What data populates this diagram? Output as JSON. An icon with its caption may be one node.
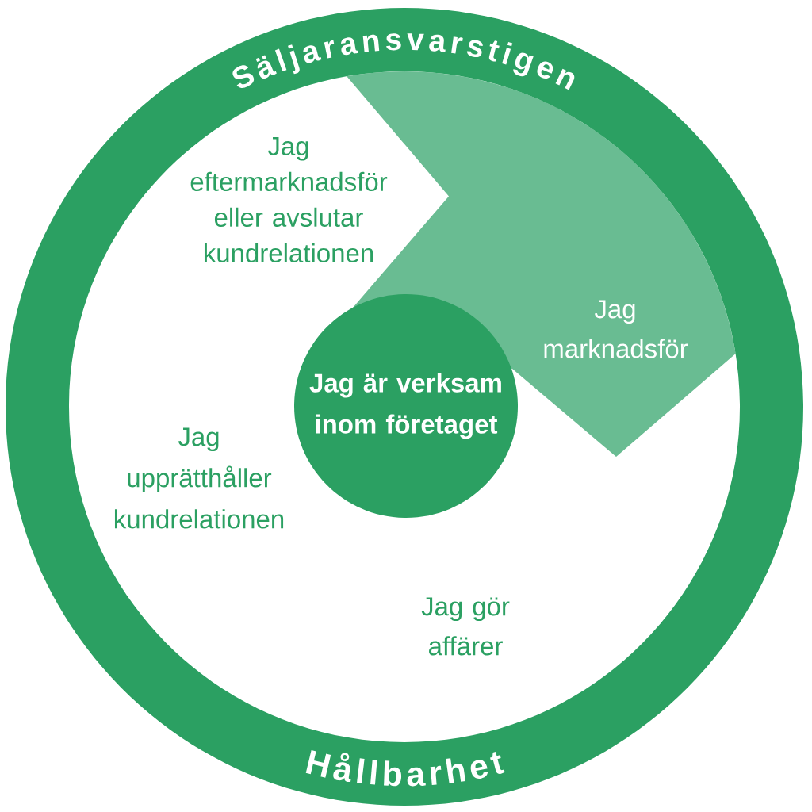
{
  "diagram": {
    "nodes": [
      {
        "text": [
          "Säljaransvarstigen",
          "Hållbarhet"
        ]
      },
      {
        "text": [
          "Jag marknadsför"
        ],
        "in": 0
      },
      {
        "text": [
          "Jag är verksam inom företaget"
        ],
        "in": 0
      }
    ],
    "labels": [
      "Jag eftermarknadsför eller avslutar kundrelationen",
      "Jag upprätthåller kundrelationen",
      "Jag gör affärer"
    ]
  }
}
